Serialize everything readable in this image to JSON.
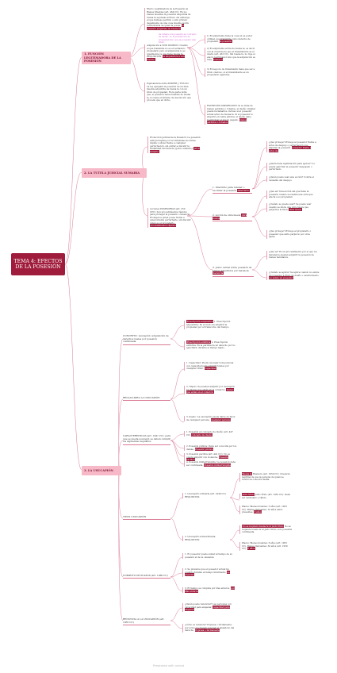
{
  "root": {
    "title": "TEMA 4: EFECTOS DE LA POSESIÓN"
  },
  "sections": [
    {
      "label": "1. FUNCIÓN LEGITIMADORA DE LA POSESIÓN"
    },
    {
      "label": "2. LA TUTELA JUDICIAL SUMARIA"
    },
    {
      "label": "3. LA USUCAPIÓN"
    }
  ],
  "s1": {
    "t1": "Efecto Legitimadora de la Posesión en Bienes Muebles (art. 464 CC): En los bienes muebles la posesión adquirida de buena fe equivale al título; sin embargo, el que hubiese perdido o sido privado ilegalmente de una cosa mueble podrá reivindicarla de quien la posea.",
    "t1_hl": "la posesión adquirida de buena fe",
    "note": "Se refiere a la posesión en concepto de dueño, no la presunción de propiedad sino que la posesión vale título.",
    "t2": "Adquisición a NON DOMINO: Cuando el que transmite no es el verdadero propietario pero el adquirente lo es igualmente ya que tiene buena fe. REQUISITOS:",
    "t2_hl": "la adquisición a non domino",
    "t3": "Equivalencia entre POSEER y TÍTULO: La ley equipara la posesión de un bien mueble adquirida de buena fe con un título de propiedad.",
    "t3b": "En la parte doña que, si posesión tiene muebles de buena fe, no tiene el término de devolución que procede que en dicho.",
    "r1": "1) El adquirente tiene la cosa en su poder ordinal, que transmite como derecho de propiedad.",
    "r1_hl": "la posesión",
    "r2": "2) El adquirente actúa de buena fe, es decir, con la creencia de que el transmitente es el dueño (art. 433 CC). Sin buena fe, no rige el efecto legitimador sino que la adquisición es nula.",
    "r2_hl": "buena fe",
    "r3": "3) El negocio de transmisión tiene que ser a título oneroso, si el transmitente es un propietario aparente.",
    "r4": "EXCEPCIÓN IMPORTANTE: Si se trata de bienes perdidos o robados, el dueño original puede reclamarlos, incluso si el poseedor actual actuó de buena fe. Si el poseedor lo adquirió en venta pública, el dueño debe reembolsar el precio pagado.",
    "r4_hl": "bienes perdidos o robados"
  },
  "s2": {
    "intro": "Protección judicial de la Posesión: La posesión está protegida por los tribunales de forma rápida y eficaz frente a cualquier perturbación, sin entrar a discutir la titularidad del derecho (juicio sumario).",
    "intro_hl": "juicio sumario",
    "acc": "Acciones POSESORIAS (art. 250 LEC): Son procedimientos rápidos para proteger la posesión o tenencia. Protegen a quien posee frente a quien intenta perturbarle, sin discutir quién es el propietario.",
    "acc_hl": "procedimientos rápidos",
    "items": [
      {
        "label": "1. Interdicto para retener o recobrar la posesión",
        "hl": "Interdicto"
      },
      {
        "label": "2. Acción de obra nueva",
        "hl": "obra nueva"
      },
      {
        "label": "3. Juicio verbal sobre posesión de bienes adquiridos por herencia",
        "hl": "herencia"
      }
    ],
    "i1a": "¿Qué protege? Protege al poseedor frente a actos de despojo o perturbación que impiden la posesión.",
    "i1a_hl": "poseedor frente a actos de",
    "i1b": "¿Quién tiene legitimación para ejercer? Lo puede ejercitar el poseedor despojado o perturbado.",
    "i1c": "¿Quién puede usar este acción? Contra el causante del despojo.",
    "i2a": "¿Qué es? Una acción del que tiene la posesión cuando se realiza una obra que afecta a su propiedad.",
    "i2b": "¿Cuándo se puede usar? Se puede usar cuando se inicia una obra nueva que perjudica la finca.",
    "i2b_hl": "obra nueva",
    "i2c": "¿Qué protege? Protege al propietario o poseedor que sufre perjuicio por obra ajena.",
    "i3a": "¿Qué es? Es un procedimiento por el que los herederos pueden adquirir la posesión de bienes heredados.",
    "i3b": "¿Cuándo se aplica? Se aplica cuando no existe un poseedor a título de dueño o usufructuario.",
    "i3b_hl": "no existe un poseedor"
  },
  "s3": {
    "subs": [
      {
        "label": "CONCEPTO: usucapión: adquisición de derechos reales por posesión continuada"
      },
      {
        "label": "REGLAS PARA LA USUCAPIÓN"
      },
      {
        "label": "CARACTERÍSTICAS (art. 1941 CC): para que se pueda usucapir, se deben cumplir los siguientes requisitos"
      },
      {
        "label": "TIPOS USUCAPIÓN"
      },
      {
        "label": "CÓMPUTO DE PLAZOS (art. 1960 CC)"
      },
      {
        "label": "RENUNCIA A LA USUCAPIÓN (art. 1935 CC)"
      }
    ],
    "c1": "1. Prescripción adquisitiva: Es el modo de adquirir la propiedad por el transcurso del tiempo.",
    "c1_hl": "Prescripción adquisitiva",
    "c2": "2. Prescripción extintiva: Es la pérdida de un derecho por no ejercitarlo durante el tiempo fijado.",
    "c2_hl": "Prescripción extintiva",
    "g1": "1. Capacidad: Puede usucapir toda persona con capacidad para adquirir bienes por cualquier título.",
    "g1_hl": "Capacidad",
    "g2": "2. Objeto: Se pueden adquirir por usucapión los bienes que están en el comercio.",
    "g2_hl": "bienes que están en el comercio",
    "g3": "3. Sujeto: La usucapión puede darse en favor de cualquier persona.",
    "g3_hl": "cualquier persona",
    "ch1": "1. Posesión en concepto de dueño (art. 447 CC)",
    "ch1_hl": "concepto de dueño",
    "ch2": "2. Posesión pública: Debe ser conocida por los demás.",
    "ch2_hl": "Posesión pública",
    "ch3": "3. Posesión pacífica (art. 441 CC): No se puede adquirir con violencia.",
    "ch3_hl": "Posesión pacífica",
    "ch4": "4. Posesión ininterrumpida: La posesión debe ser continuada.",
    "ch4_hl": "Posesión ininterrumpida",
    "ty1": "1. Usucapión ordinaria (art. 1940 CC). REQUISITOS:",
    "ty1a": "Buena fe (art. 1950 CC): Creencia legítima de que la persona de quien se recibió la cosa era dueña.",
    "ty1a_hl": "Buena fe",
    "ty1b": "Justo título (art. 1952 CC): Debe ser verdadero y válido.",
    "ty1b_hl": "Justo título",
    "ty1c": "Plazos: Bienes muebles: 3 años (art. 1955 CC). Bienes inmuebles: 10 años entre presentes.",
    "ty1c_hl": "3 años",
    "ty2": "2. Usucapión extraordinaria. REQUISITOS:",
    "ty2a": "No se requiere buena fe ni justo título, solo posesión continuada.",
    "ty2a_hl": "No se requiere buena fe ni justo título",
    "ty2b": "Plazos: Bienes muebles: 6 años (art. 1955 CC). Bienes inmuebles: 30 años (art. 1959 CC).",
    "ty2b_hl": "6 años",
    "p1": "1. El poseedor puede sumar al tiempo de su posesión el de su causante.",
    "p2": "2. Se presume que el poseedor actual ha poseído durante el tiempo intermedio.",
    "p2_hl": "se presume",
    "p3": "3. El tiempo se computa por días enteros.",
    "p3_hl": "por días enteros",
    "rn1": "¿Quién puede renunciar? Las personas con capacidad para enajenar.",
    "rn1_hl": "capacidad para enajenar",
    "rn2": "¿Cómo se renuncia? Expresa o tácitamente, por actos que hagan suponer el abandono del derecho.",
    "rn2_hl": "Expresa o tácitamente"
  },
  "footer": "Presented with xmind",
  "colors": {
    "root": "#a01c3c",
    "section": "#f7b9c8",
    "line": "#d97a94",
    "highlight": "#a01c3c"
  }
}
